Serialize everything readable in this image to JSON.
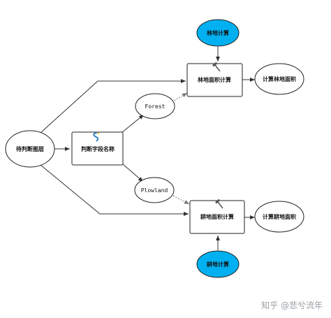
{
  "nodes": {
    "input": "待判断图层",
    "judge": "判断字段名称",
    "forest": "Forest",
    "plowland": "Plowland",
    "forest_calc": "林地面积计算",
    "plow_calc": "耕地面积计算",
    "forest_param": "林地计算",
    "plow_param": "耕地计算",
    "forest_out": "计算林地面积",
    "plow_out": "计算耕地面积"
  },
  "icons": {
    "judge": "python-script-icon",
    "calc": "hammer-tool-icon"
  },
  "colors": {
    "param_fill": "#00b0f0",
    "node_stroke": "#222222",
    "line": "#333333",
    "dashed": "#777777"
  },
  "watermark": "知乎 @悲兮流年"
}
